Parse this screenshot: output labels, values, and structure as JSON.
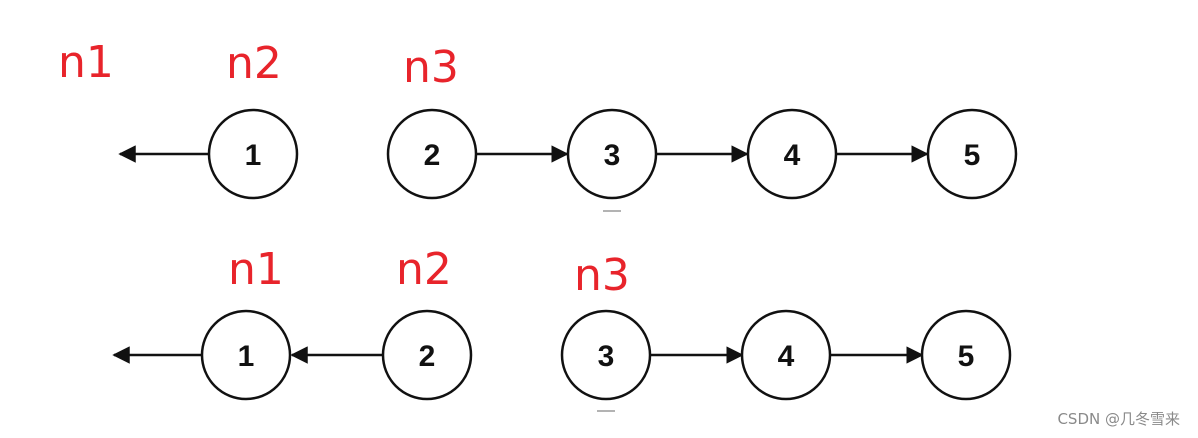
{
  "colors": {
    "pointer_label": "#e8242b",
    "node_stroke": "#111111",
    "arrow": "#111111",
    "watermark": "#8a8a8a"
  },
  "rows": [
    {
      "pointers": [
        "n1",
        "n2",
        "n3"
      ],
      "nodes": [
        "1",
        "2",
        "3",
        "4",
        "5"
      ],
      "edges": [
        {
          "from": "1",
          "to": "null"
        },
        {
          "from": "2",
          "to": "3"
        },
        {
          "from": "3",
          "to": "4"
        },
        {
          "from": "4",
          "to": "5"
        }
      ]
    },
    {
      "pointers": [
        "n1",
        "n2",
        "n3"
      ],
      "nodes": [
        "1",
        "2",
        "3",
        "4",
        "5"
      ],
      "edges": [
        {
          "from": "1",
          "to": "null"
        },
        {
          "from": "2",
          "to": "1"
        },
        {
          "from": "3",
          "to": "4"
        },
        {
          "from": "4",
          "to": "5"
        }
      ]
    }
  ],
  "watermark": "CSDN @几冬雪来"
}
